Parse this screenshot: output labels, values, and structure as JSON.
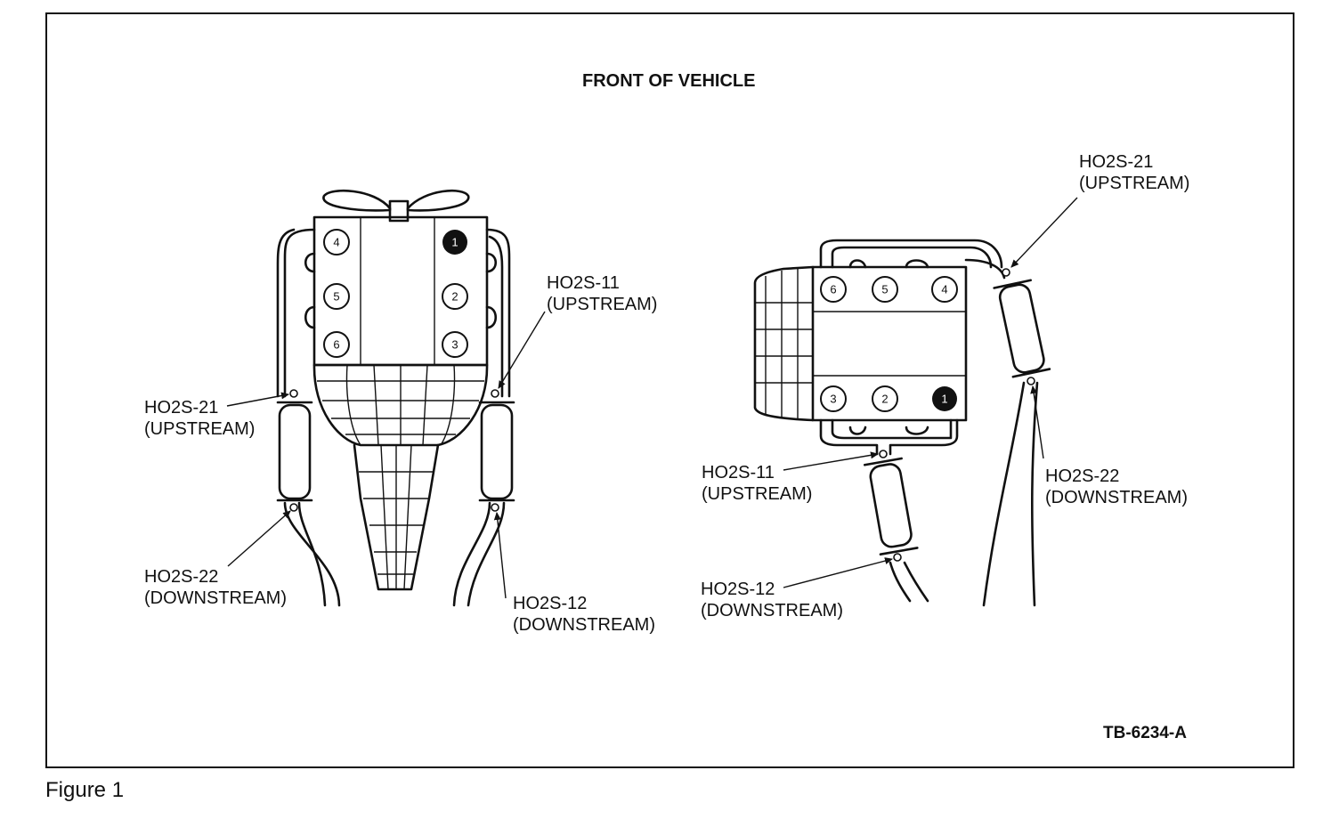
{
  "title": "FRONT OF VEHICLE",
  "drawing_number": "TB-6234-A",
  "caption": "Figure 1",
  "left_engine": {
    "cylinders": [
      "4",
      "5",
      "6",
      "1",
      "2",
      "3"
    ],
    "labels": {
      "ho2s_21": {
        "name": "HO2S-21",
        "position": "(UPSTREAM)"
      },
      "ho2s_22": {
        "name": "HO2S-22",
        "position": "(DOWNSTREAM)"
      },
      "ho2s_11": {
        "name": "HO2S-11",
        "position": "(UPSTREAM)"
      },
      "ho2s_12": {
        "name": "HO2S-12",
        "position": "(DOWNSTREAM)"
      }
    }
  },
  "right_engine": {
    "cylinders": [
      "6",
      "5",
      "4",
      "3",
      "2",
      "1"
    ],
    "labels": {
      "ho2s_21": {
        "name": "HO2S-21",
        "position": "(UPSTREAM)"
      },
      "ho2s_22": {
        "name": "HO2S-22",
        "position": "(DOWNSTREAM)"
      },
      "ho2s_11": {
        "name": "HO2S-11",
        "position": "(UPSTREAM)"
      },
      "ho2s_12": {
        "name": "HO2S-12",
        "position": "(DOWNSTREAM)"
      }
    }
  }
}
